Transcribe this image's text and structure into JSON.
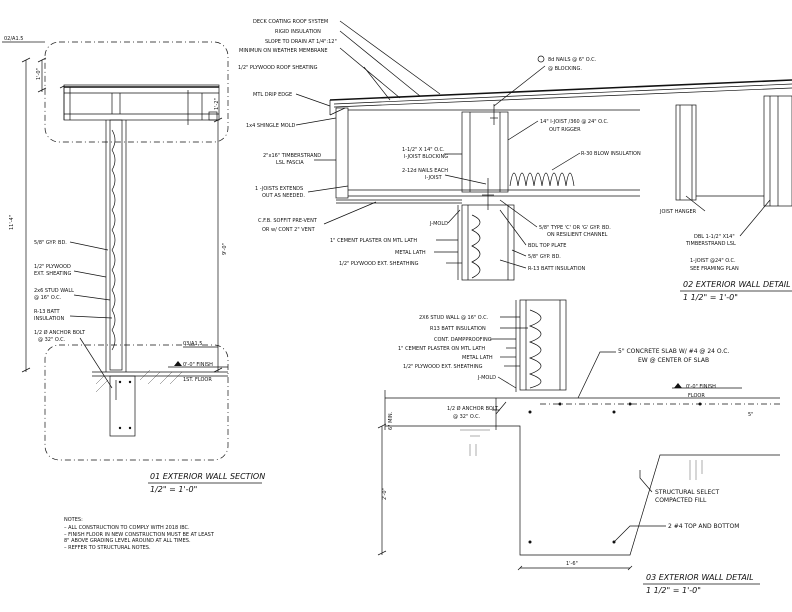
{
  "section": {
    "ref_top": "02/A1.5",
    "ref_mid": "03/A1.5",
    "dim_total": "11'-4\"",
    "dim_top": "1'-0\"",
    "dim_wall": "9'-0\"",
    "dim_parapet": "1'-2\"",
    "finish_level": "0'-0\" FINISH",
    "floor_label": "1ST. FLOOR",
    "labels": [
      "5/8\" GYP. BD.",
      "1/2\" PLYWOOD",
      "EXT. SHEATING",
      "2x6 STUD WALL",
      "@ 16\" O.C.",
      "R-13 BATT",
      "INSULATION",
      "1/2 Ø ANCHOR BOLT",
      "@ 32\" O.C."
    ],
    "title": "01 EXTERIOR WALL SECTION",
    "scale": "1/2\" = 1'-0\""
  },
  "notes": {
    "heading": "NOTES:",
    "items": [
      "–  ALL CONSTRUCTION TO COMPLY WITH 2018 IBC.",
      "–  FINISH FLOOR IN NEW CONSTRUCTION MUST BE AT LEAST",
      "    8\" ABOVE GRADING LEVEL AROUND AT ALL TIMES.",
      "–  REFFER TO STRUCTURAL NOTES."
    ]
  },
  "roof_detail": {
    "left_labels": [
      "DECK COATING ROOF SYSTEM",
      "RIGID INSULATION",
      "SLOPE TO DRAIN AT 1/4\":12\"",
      "MINIMUN ON WEATHER MEMBRANE",
      "1/2\" PLYWOOD ROOF SHEATING",
      "MTL DRIP EDGE",
      "1x4 SHINGLE MOLD",
      "2\"x16\" TIMBERSTRAND",
      "LSL FASCIA",
      "1 -JOISTS EXTENDS",
      "OUT AS NEEDED.",
      "C.F.B. SOFFIT PRE-VENT",
      "OR w/ CONT 2\" VENT"
    ],
    "mid_labels": [
      "8d NAILS @ 6\" O.C.",
      "@          BLOCKING.",
      "14\" I-JOIST /360 @ 24\" O.C.",
      "OUT RIGGER",
      "1-1/2\" X 14\" O.C.",
      "I-JOIST BLOCKING",
      "2-12d NAILS EACH",
      "I-JOIST",
      "R-30 BLOW INSULATION",
      "J-MOLD",
      "1\" CEMENT PLASTER ON MTL LATH",
      "METAL LATH",
      "1/2\" PLYWOOD EXT. SHEATHING",
      "5/8\" TYPE 'C' OR 'G' GYP. BD.",
      "ON RESILIENT CHANNEL",
      "BDL TOP PLATE",
      "5/8\" GYP. BD.",
      "R-13 BATT INSULATION"
    ],
    "right_labels": [
      "JOIST HANGER",
      "DBL 1-1/2\" X14\"",
      "TIMBERSTRAND LSL",
      "1-JOIST @24\" O.C.",
      "SEE FRAMING PLAN"
    ],
    "title": "02 EXTERIOR WALL DETAIL",
    "scale": "1 1/2\" = 1'-0\""
  },
  "slab_detail": {
    "left_labels": [
      "2X6 STUD WALL @ 16\" O.C.",
      "R13 BATT INSULATION",
      "CONT. DAMPPROOFING",
      "1\" CEMENT PLASTER ON MTL LATH",
      "METAL LATH",
      "1/2\" PLYWOOD EXT. SHEATHING",
      "J-MOLD"
    ],
    "slab_note_1": "5\" CONCRETE SLAB W/ #4 @ 24 O.C.",
    "slab_note_2": "EW @ CENTER OF SLAB",
    "finish_level": "0'-0\" FINISH",
    "floor_label": "FLOOR",
    "anchor_1": "1/2 Ø ANCHOR BOLT",
    "anchor_2": "@   32\" O.C.",
    "dim_min": "6\" MIN.",
    "dim_slab": "5\"",
    "dim_depth": "2'-0\"",
    "dim_width": "1'-6\"",
    "fill_1": "STRUCTURAL SELECT",
    "fill_2": "COMPACTED FILL",
    "rebar": "2 #4 TOP AND BOTTOM",
    "title": "03 EXTERIOR WALL DETAIL",
    "scale": "1 1/2\" = 1'-0\""
  }
}
